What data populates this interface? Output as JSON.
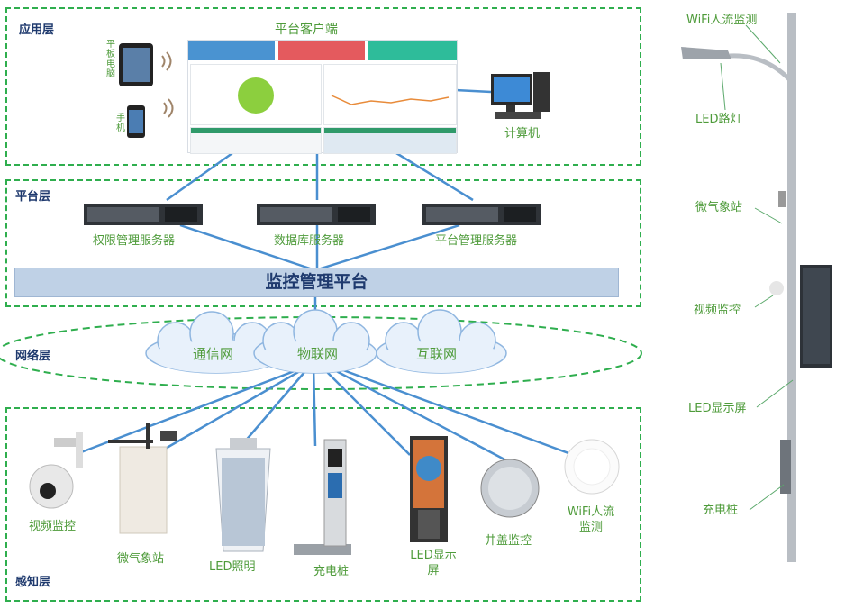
{
  "layers": {
    "application": "应用层",
    "platform": "平台层",
    "network": "网络层",
    "perception": "感知层"
  },
  "application": {
    "client_title": "平台客户端",
    "tablet_label": "平板电脑",
    "phone_label": "手机",
    "computer_label": "计算机"
  },
  "platform": {
    "servers": [
      "权限管理服务器",
      "数据库服务器",
      "平台管理服务器"
    ],
    "bar_label": "监控管理平台"
  },
  "network": {
    "clouds": [
      "通信网",
      "物联网",
      "互联网"
    ]
  },
  "devices": {
    "video": "视频监控",
    "weather": "微气象站",
    "led_light": "LED照明",
    "charger": "充电桩",
    "led_display": "LED显示屏",
    "manhole": "井盖监控",
    "wifi": "WiFi人流监测"
  },
  "pole": {
    "wifi": "WiFi人流监测",
    "led_light": "LED路灯",
    "weather": "微气象站",
    "video": "视频监控",
    "led_display": "LED显示屏",
    "charger": "充电桩"
  },
  "colors": {
    "layer_border": "#2fae4e",
    "label_green": "#4e9b3a",
    "title_blue": "#1f3a6e",
    "line_blue": "#4a8fd0",
    "bar_fill": "#bfd1e6"
  }
}
